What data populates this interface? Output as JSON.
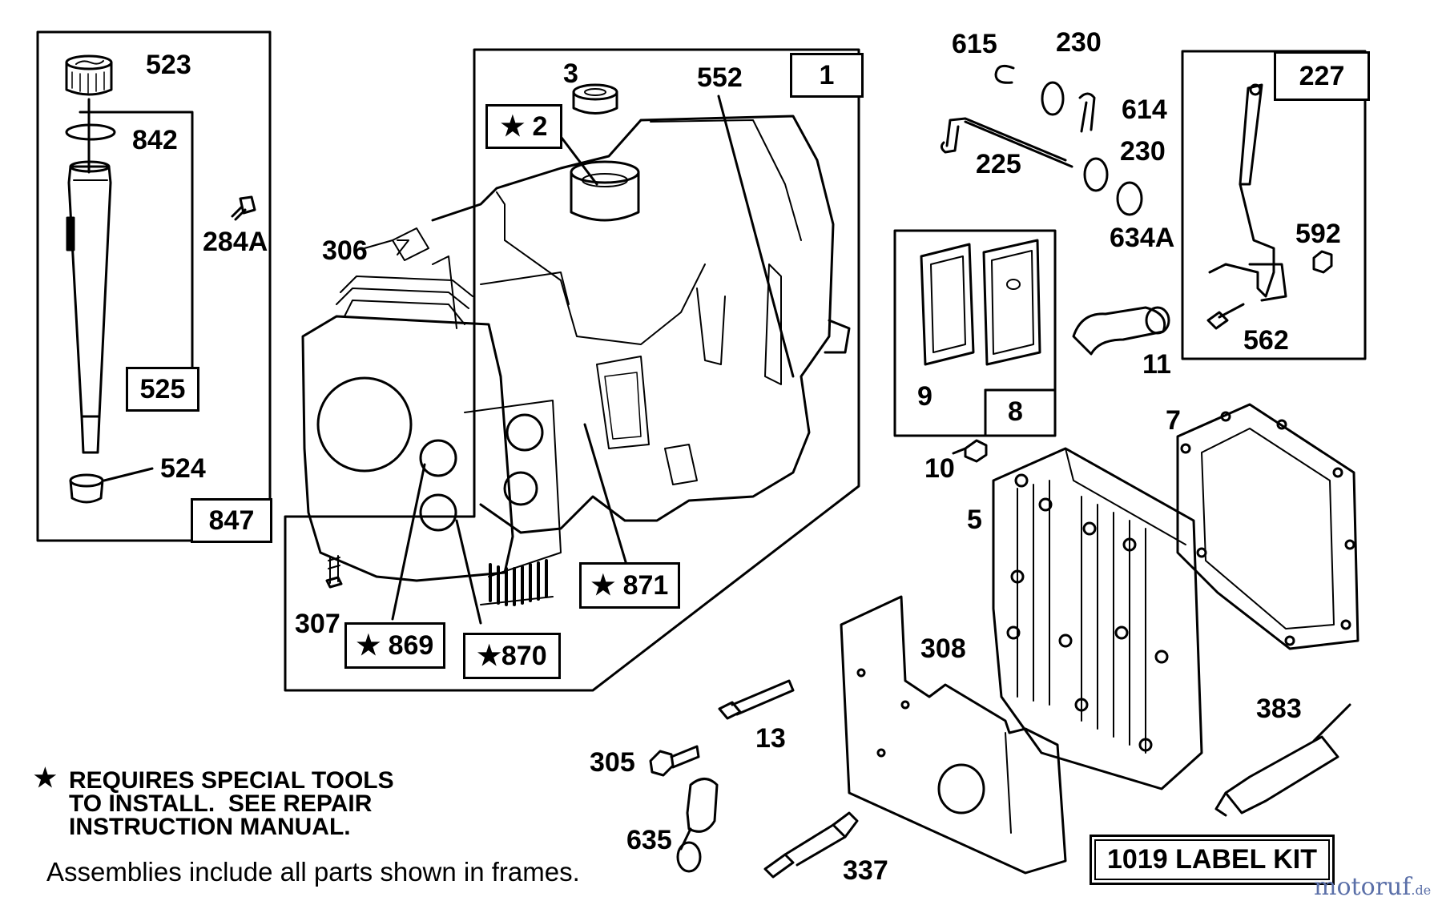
{
  "parts": {
    "p523": "523",
    "p842": "842",
    "p525": "525",
    "p524": "524",
    "p847": "847",
    "p284A": "284A",
    "p306": "306",
    "p3": "3",
    "p552": "552",
    "p1": "1",
    "p2": "★ 2",
    "p307": "307",
    "p869": "★ 869",
    "p870": "★870",
    "p871": "★ 871",
    "p615": "615",
    "p230a": "230",
    "p614": "614",
    "p225": "225",
    "p230b": "230",
    "p634A": "634A",
    "p227": "227",
    "p592": "592",
    "p562": "562",
    "p11": "11",
    "p9": "9",
    "p8": "8",
    "p7": "7",
    "p10": "10",
    "p5": "5",
    "p308": "308",
    "p13": "13",
    "p305": "305",
    "p383": "383",
    "p635": "635",
    "p337": "337"
  },
  "note": {
    "star": "★",
    "text": "REQUIRES SPECIAL TOOLS\nTO INSTALL.  SEE REPAIR\nINSTRUCTION MANUAL."
  },
  "footer": "Assemblies include all parts shown in frames.",
  "label_kit": "1019 LABEL KIT",
  "watermark": {
    "main": "motoruf",
    "suffix": ".de"
  },
  "colors": {
    "ink": "#000000",
    "watermark": "#5a6fa8"
  }
}
